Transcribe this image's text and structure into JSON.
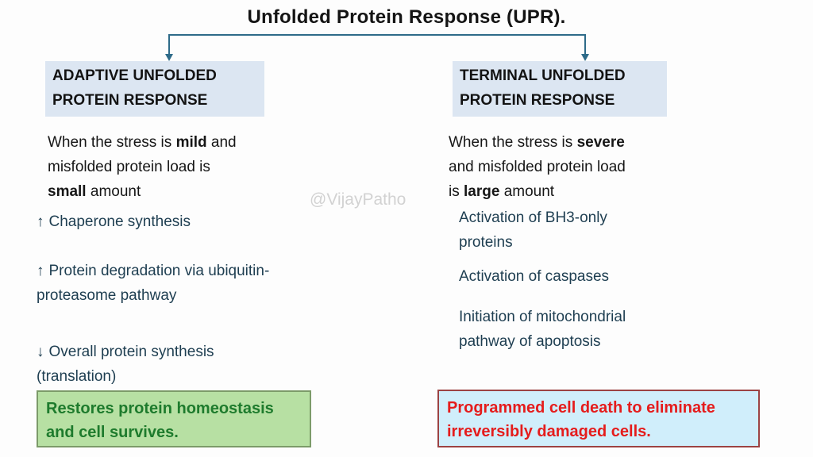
{
  "title": "Unfolded Protein Response (UPR).",
  "watermark": "@VijayPatho",
  "colors": {
    "header_bg": "#dce6f2",
    "connector": "#2e6b89",
    "teal_text": "#1e3e51",
    "body_text": "#161616",
    "watermark": "#d2d2d2",
    "green_box_bg": "#b7e0a3",
    "green_box_border": "#7c9b69",
    "green_box_text": "#1e7b2d",
    "red_box_bg": "#d0eefb",
    "red_box_border": "#9c4343",
    "red_box_text": "#e51c1c"
  },
  "left": {
    "header": "ADAPTIVE UNFOLDED PROTEIN RESPONSE",
    "intro": [
      {
        "pre": "When the stress is ",
        "bold": "mild",
        "post": " and"
      },
      {
        "pre": "misfolded protein load is",
        "bold": "",
        "post": ""
      },
      {
        "pre": "",
        "bold": "small",
        "post": " amount"
      }
    ],
    "items": [
      {
        "arrow": "↑",
        "lines": [
          "Chaperone synthesis"
        ]
      },
      {
        "arrow": "↑",
        "lines": [
          "Protein degradation via ubiquitin-",
          "proteasome pathway"
        ]
      },
      {
        "arrow": "↓",
        "lines": [
          "Overall protein synthesis",
          "(translation)"
        ]
      }
    ],
    "outcome": "Restores protein homeostasis and cell survives."
  },
  "right": {
    "header": "TERMINAL UNFOLDED PROTEIN RESPONSE",
    "intro": [
      {
        "pre": "When the stress is ",
        "bold": "severe",
        "post": ""
      },
      {
        "pre": "and misfolded protein load",
        "bold": "",
        "post": ""
      },
      {
        "pre": "is ",
        "bold": "large",
        "post": " amount"
      }
    ],
    "items": [
      {
        "lines": [
          "Activation of BH3-only",
          "proteins"
        ]
      },
      {
        "lines": [
          "Activation of caspases"
        ]
      },
      {
        "lines": [
          "Initiation of mitochondrial",
          "pathway of apoptosis"
        ]
      }
    ],
    "outcome": "Programmed cell death to eliminate irreversibly damaged cells."
  }
}
